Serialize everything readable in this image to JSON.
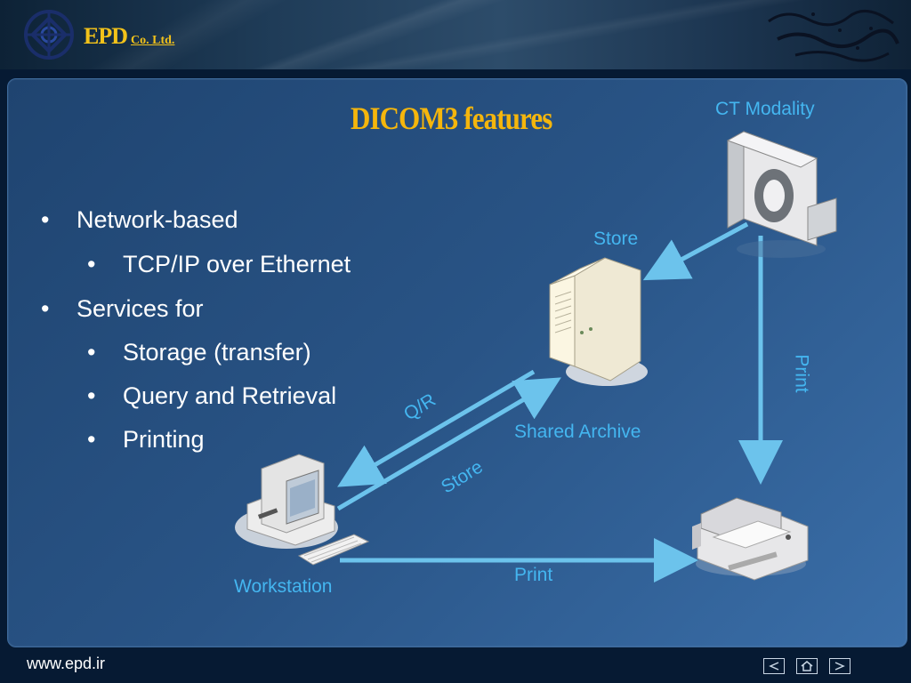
{
  "header": {
    "brand_main": "EPD",
    "brand_suffix": "Co. Ltd."
  },
  "slide": {
    "title": "DICOM3 features",
    "bullets": [
      {
        "text": "Network-based",
        "level": 1
      },
      {
        "text": "TCP/IP over Ethernet",
        "level": 2
      },
      {
        "text": "Services for",
        "level": 1
      },
      {
        "text": "Storage (transfer)",
        "level": 2
      },
      {
        "text": "Query and Retrieval",
        "level": 2
      },
      {
        "text": "Printing",
        "level": 2
      }
    ],
    "diagram": {
      "ct_modality": "CT Modality",
      "shared_archive": "Shared Archive",
      "workstation": "Workstation",
      "store_top": "Store",
      "print_right": "Print",
      "qr": "Q/R",
      "store_diag": "Store",
      "print_bottom": "Print"
    }
  },
  "footer": {
    "url": "www.epd.ir"
  },
  "icons": [
    "prev-icon",
    "home-icon",
    "next-icon",
    "epd-logo-icon",
    "calligraphy-logo"
  ]
}
